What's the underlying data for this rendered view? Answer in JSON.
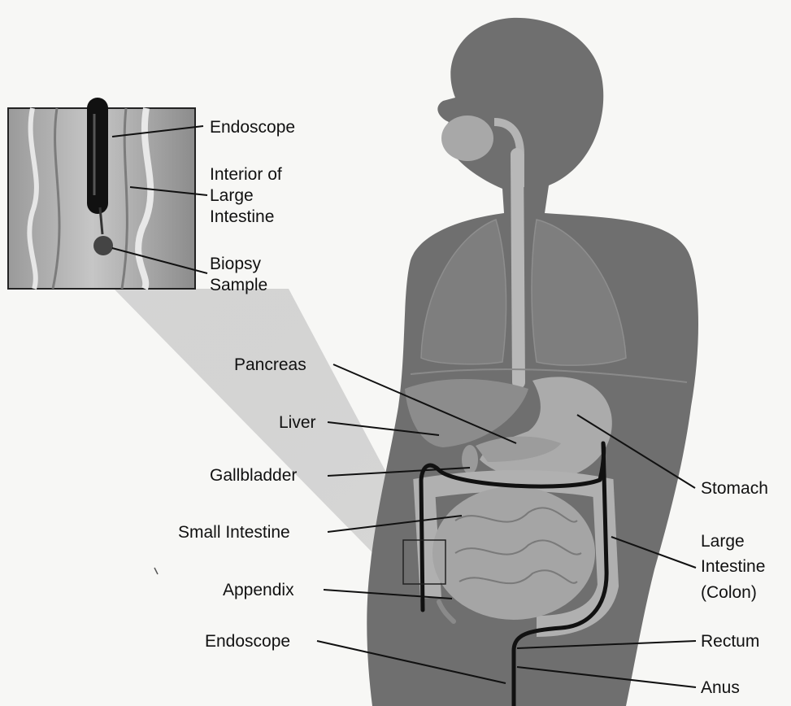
{
  "inset": {
    "labels": {
      "endoscope": "Endoscope",
      "interior_line1": "Interior of",
      "interior_line2": "Large",
      "interior_line3": "Intestine",
      "biopsy_line1": "Biopsy",
      "biopsy_line2": "Sample"
    }
  },
  "body": {
    "labels": {
      "pancreas": "Pancreas",
      "liver": "Liver",
      "gallbladder": "Gallbladder",
      "small_intestine": "Small Intestine",
      "appendix": "Appendix",
      "endoscope": "Endoscope",
      "stomach": "Stomach",
      "large_intestine_line1": "Large",
      "large_intestine_line2": "Intestine",
      "large_intestine_line3": "(Colon)",
      "rectum": "Rectum",
      "anus": "Anus"
    }
  },
  "colors": {
    "background": "#f7f7f5",
    "body_silhouette": "#6f6f6f",
    "organs": "#a9a9a9",
    "endoscope": "#111111"
  }
}
